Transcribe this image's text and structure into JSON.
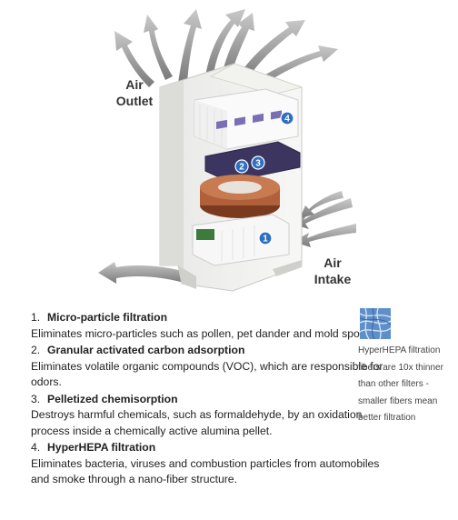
{
  "diagram": {
    "air_outlet_label": [
      "Air",
      "Outlet"
    ],
    "air_intake_label": [
      "Air",
      "Intake"
    ],
    "markers": [
      "1",
      "2",
      "3",
      "4"
    ],
    "colors": {
      "arrow": "#9a9a9a",
      "marker": "#2f6fbf",
      "cell": "#4a3b7a",
      "fan": "#a05030"
    }
  },
  "steps": [
    {
      "num": "1.",
      "title": "Micro-particle filtration",
      "desc": "Eliminates micro-particles such as pollen, pet dander and mold spores."
    },
    {
      "num": "2.",
      "title": "Granular activated carbon adsorption",
      "desc": "Eliminates volatile organic compounds (VOC), which are responsible for odors."
    },
    {
      "num": "3.",
      "title": "Pelletized chemisorption",
      "desc": "Destroys harmful chemicals, such as formaldehyde, by an oxidation process inside a chemically active alumina pellet."
    },
    {
      "num": "4.",
      "title": "HyperHEPA filtration",
      "desc": "Eliminates bacteria, viruses and combustion particles from automobiles and smoke through a nano-fiber structure."
    }
  ],
  "sidebar": {
    "text": "HyperHEPA filtration fibers are 10x thinner than other filters - smaller fibers mean better filtration"
  }
}
